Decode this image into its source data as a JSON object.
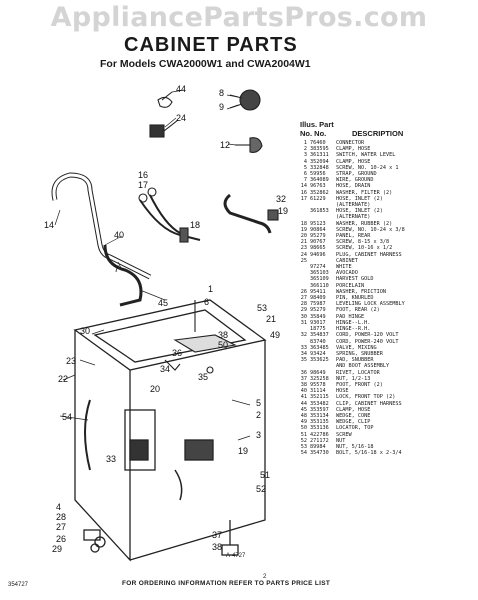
{
  "watermark": "AppliancePartsPros.com",
  "title": "CABINET PARTS",
  "subtitle": "For Models CWA2000W1 and CWA2004W1",
  "table_header": {
    "illus_no": "Illus. Part",
    "no_no": "No.   No.",
    "description": "DESCRIPTION"
  },
  "parts": [
    {
      "illus": "1",
      "part": "76460",
      "desc": "CONNECTOR"
    },
    {
      "illus": "2",
      "part": "383595",
      "desc": "CLAMP, HOSE"
    },
    {
      "illus": "3",
      "part": "361311",
      "desc": "SWITCH, WATER LEVEL"
    },
    {
      "illus": "4",
      "part": "352094",
      "desc": "CLAMP, HOSE"
    },
    {
      "illus": "5",
      "part": "332848",
      "desc": "SCREW, NO. 10-24 x 1"
    },
    {
      "illus": "6",
      "part": "59956",
      "desc": "STRAP, GROUND"
    },
    {
      "illus": "7",
      "part": "364089",
      "desc": "WIRE, GROUND"
    },
    {
      "illus": "14",
      "part": "96763",
      "desc": "HOSE, DRAIN"
    },
    {
      "illus": "16",
      "part": "352862",
      "desc": "WASHER, FILTER (2)"
    },
    {
      "illus": "17",
      "part": "61229",
      "desc": "HOSE, INLET (2)"
    },
    {
      "illus": "",
      "part": "",
      "desc": "(ALTERNATE)"
    },
    {
      "illus": "",
      "part": "361853",
      "desc": "HOSE, INLET (2)"
    },
    {
      "illus": "",
      "part": "",
      "desc": "(ALTERNATE)"
    },
    {
      "illus": "18",
      "part": "95123",
      "desc": "WASHER, RUBBER (2)"
    },
    {
      "illus": "19",
      "part": "90864",
      "desc": "SCREW, NO. 10-24 x 3/8"
    },
    {
      "illus": "20",
      "part": "95279",
      "desc": "PANEL, REAR"
    },
    {
      "illus": "21",
      "part": "90767",
      "desc": "SCREW, 8-15 x 3/8"
    },
    {
      "illus": "23",
      "part": "98665",
      "desc": "SCREW, 10-16 x 1/2"
    },
    {
      "illus": "24",
      "part": "94696",
      "desc": "PLUG, CABINET HARNESS"
    },
    {
      "illus": "25",
      "part": "",
      "desc": "CABINET"
    },
    {
      "illus": "",
      "part": "97274",
      "desc": "WHITE"
    },
    {
      "illus": "",
      "part": "365103",
      "desc": "AVOCADO"
    },
    {
      "illus": "",
      "part": "365109",
      "desc": "HARVEST GOLD"
    },
    {
      "illus": "",
      "part": "366110",
      "desc": "PORCELAIN"
    },
    {
      "illus": "26",
      "part": "95411",
      "desc": "WASHER, FRICTION"
    },
    {
      "illus": "27",
      "part": "98409",
      "desc": "PIN, KNURLED"
    },
    {
      "illus": "28",
      "part": "75987",
      "desc": "LEVELING LOCK ASSEMBLY"
    },
    {
      "illus": "29",
      "part": "95279",
      "desc": "FOOT, REAR (2)"
    },
    {
      "illus": "30",
      "part": "35849",
      "desc": "PAD HINGE"
    },
    {
      "illus": "31",
      "part": "93017",
      "desc": "HINGE--L.H."
    },
    {
      "illus": "",
      "part": "18775",
      "desc": "HINGE--R.H."
    },
    {
      "illus": "32",
      "part": "354837",
      "desc": "CORD, POWER-120 VOLT"
    },
    {
      "illus": "",
      "part": "83740",
      "desc": "CORD, POWER-240 VOLT"
    },
    {
      "illus": "33",
      "part": "363485",
      "desc": "VALVE, MIXING"
    },
    {
      "illus": "34",
      "part": "93424",
      "desc": "SPRING, SNUBBER"
    },
    {
      "illus": "35",
      "part": "353625",
      "desc": "PAD, SNUBBER"
    },
    {
      "illus": "",
      "part": "",
      "desc": "AND BOOT ASSEMBLY"
    },
    {
      "illus": "36",
      "part": "98649",
      "desc": "RIVET, LOCATOR"
    },
    {
      "illus": "37",
      "part": "325258",
      "desc": "NUT, 1/2-13"
    },
    {
      "illus": "38",
      "part": "95578",
      "desc": "FOOT, FRONT (2)"
    },
    {
      "illus": "40",
      "part": "31114",
      "desc": "HOSE"
    },
    {
      "illus": "41",
      "part": "352115",
      "desc": "LOCK, FRONT TOP (2)"
    },
    {
      "illus": "44",
      "part": "353482",
      "desc": "CLIP, CABINET HARNESS"
    },
    {
      "illus": "45",
      "part": "353597",
      "desc": "CLAMP, HOSE"
    },
    {
      "illus": "48",
      "part": "353134",
      "desc": "WEDGE, CONE"
    },
    {
      "illus": "49",
      "part": "353135",
      "desc": "WEDGE, CLIP"
    },
    {
      "illus": "50",
      "part": "353136",
      "desc": "LOCATOR, TOP"
    },
    {
      "illus": "51",
      "part": "422786",
      "desc": "SCREW"
    },
    {
      "illus": "52",
      "part": "271172",
      "desc": "NUT"
    },
    {
      "illus": "53",
      "part": "89984",
      "desc": "NUT, 5/16-18"
    },
    {
      "illus": "54",
      "part": "354730",
      "desc": "BOLT, 5/16-18 x 2-3/4"
    }
  ],
  "callouts": [
    "44",
    "24",
    "8",
    "9",
    "12",
    "16",
    "17",
    "14",
    "40",
    "7",
    "18",
    "32",
    "19",
    "45",
    "1",
    "6",
    "53",
    "30",
    "23",
    "22",
    "38",
    "50",
    "36",
    "34",
    "35",
    "20",
    "21",
    "49",
    "5",
    "2",
    "3",
    "54",
    "33",
    "19",
    "51",
    "52",
    "4",
    "28",
    "27",
    "26",
    "29",
    "37",
    "38"
  ],
  "figure_number": "A-4727",
  "page_number": "2",
  "corner_code": "354727",
  "footer": "FOR ORDERING INFORMATION REFER TO PARTS PRICE LIST"
}
